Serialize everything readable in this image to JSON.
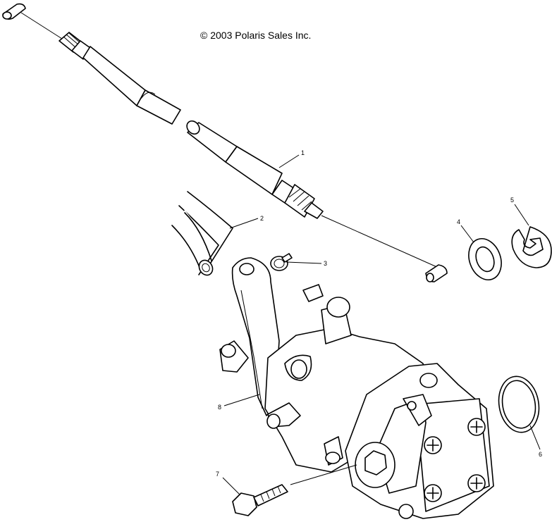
{
  "copyright": "© 2003 Polaris Sales Inc.",
  "callouts": {
    "c1": "1",
    "c2": "2",
    "c3": "3",
    "c4": "4",
    "c5": "5",
    "c6": "6",
    "c7": "7",
    "c8": "8"
  }
}
